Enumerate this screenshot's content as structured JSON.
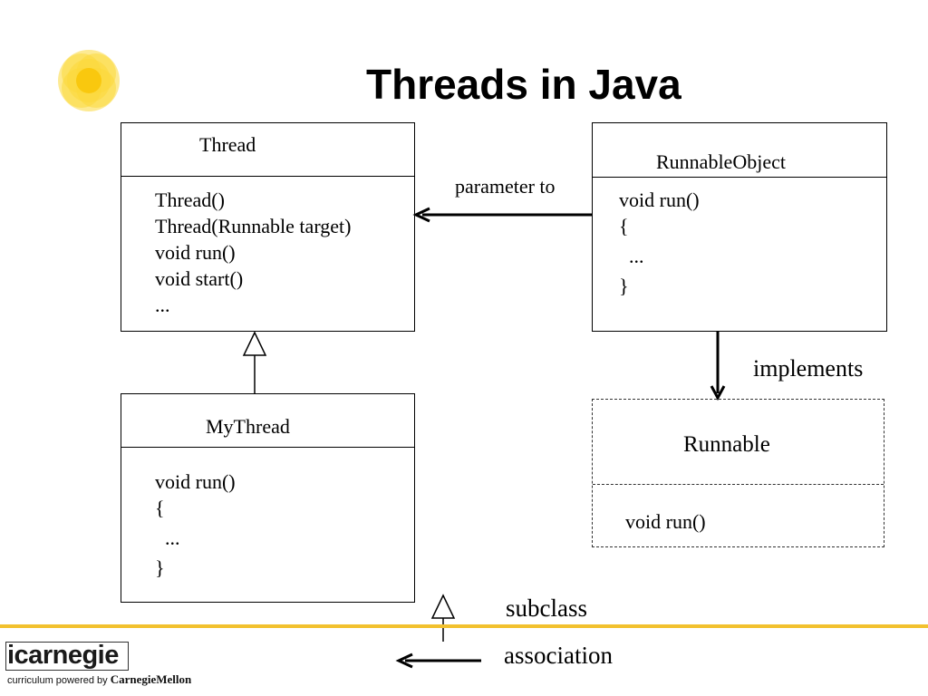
{
  "slide": {
    "title": "Threads in Java"
  },
  "boxes": {
    "thread": {
      "name": "Thread",
      "members": [
        "Thread()",
        "Thread(Runnable target)",
        "void run()",
        "void start()",
        "..."
      ]
    },
    "runnable_object": {
      "name": "RunnableObject",
      "members": [
        "void run()",
        "{",
        "  ...",
        "}"
      ]
    },
    "my_thread": {
      "name": "MyThread",
      "members": [
        "void run()",
        "{",
        "  ...",
        "}"
      ]
    },
    "runnable": {
      "name": "Runnable",
      "members": [
        "void run()"
      ]
    }
  },
  "relations": {
    "parameter_to": "parameter to",
    "implements": "implements"
  },
  "legend": {
    "subclass": "subclass",
    "association": "association"
  },
  "footer": {
    "logo_text": "icarnegie",
    "powered_by": "curriculum powered by",
    "university": "CarnegieMellon"
  },
  "colors": {
    "accent_line": "#f2c12e",
    "sun_icon": "#fcd83a"
  }
}
